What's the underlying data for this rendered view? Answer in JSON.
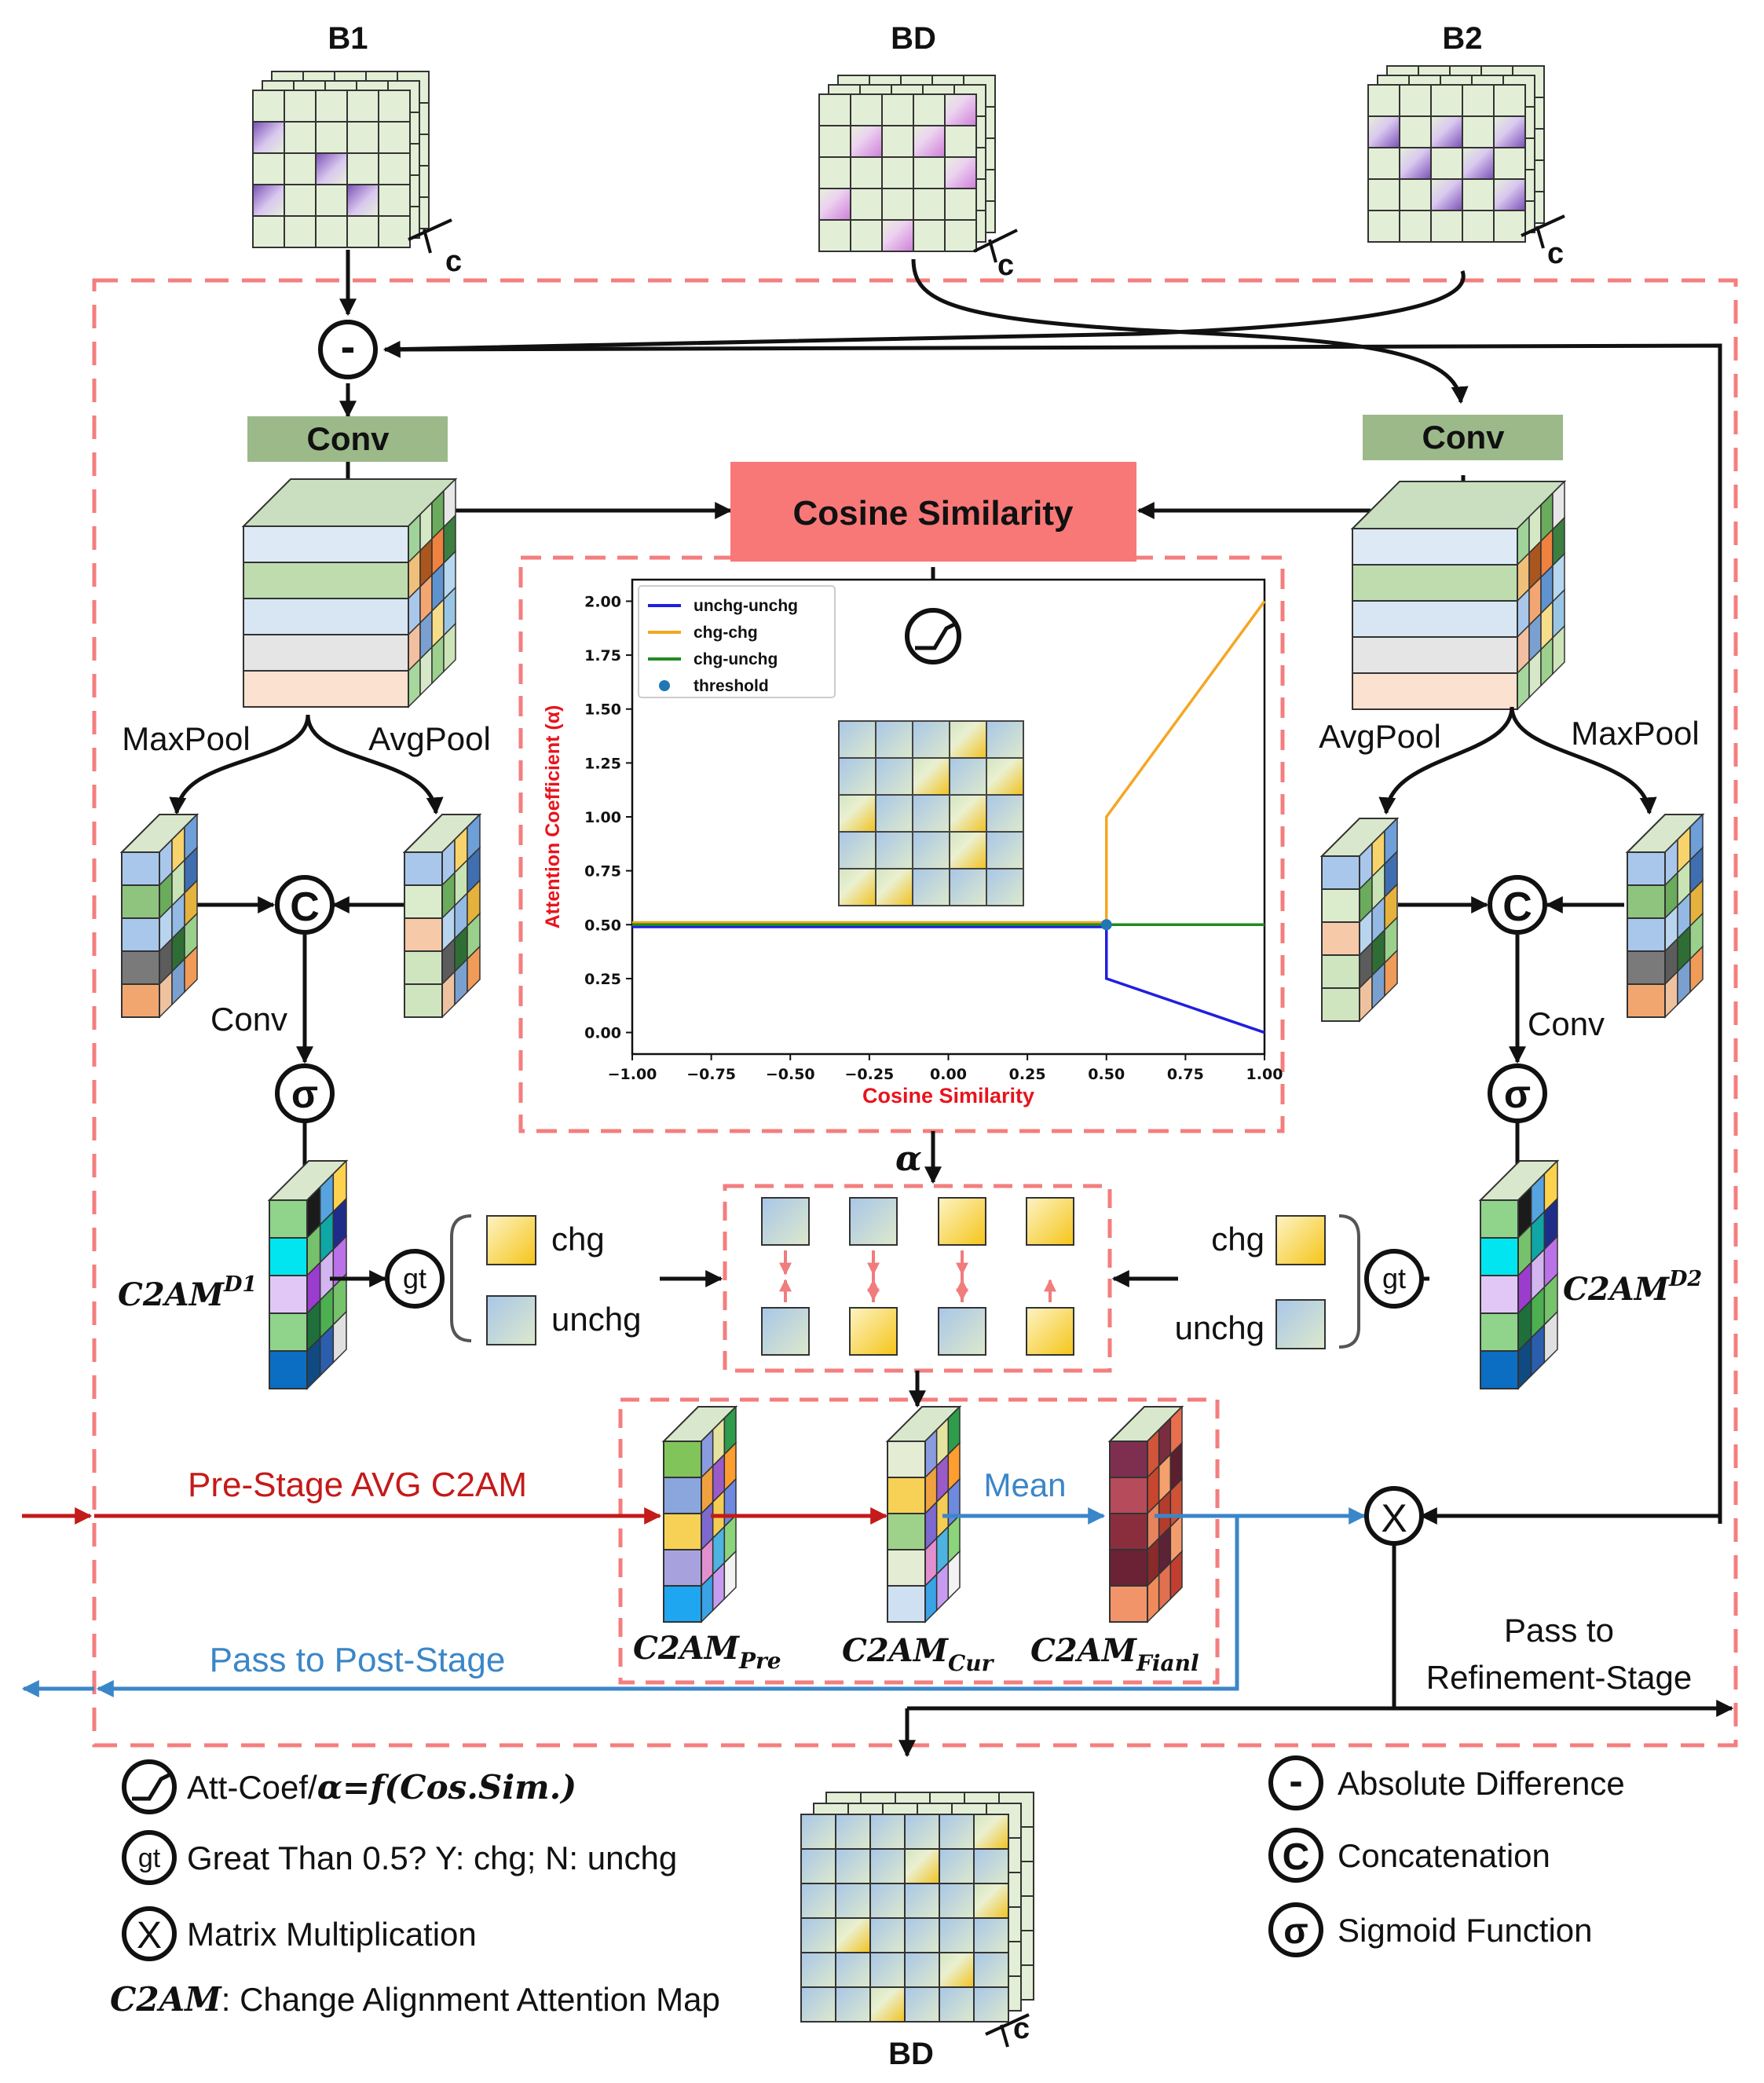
{
  "inputs": {
    "b1": "B1",
    "bd": "BD",
    "b2": "B2",
    "channel": "c"
  },
  "blocks": {
    "conv_left": "Conv",
    "conv_right": "Conv",
    "cosine_similarity": "Cosine Similarity",
    "maxpool_left": "MaxPool",
    "avgpool_left": "AvgPool",
    "avgpool_right": "AvgPool",
    "maxpool_right": "MaxPool",
    "conv_small_left": "Conv",
    "conv_small_right": "Conv",
    "alpha": "α"
  },
  "symbols": {
    "minus": "-",
    "concat": "C",
    "sigmoid": "σ",
    "gt": "gt",
    "multiply": "X"
  },
  "maps": {
    "c2am_d1_base": "C2AM",
    "c2am_d1_sup": "D1",
    "c2am_d2_base": "C2AM",
    "c2am_d2_sup": "D2",
    "c2am_pre_base": "C2AM",
    "c2am_pre_sub": "Pre",
    "c2am_cur_base": "C2AM",
    "c2am_cur_sub": "Cur",
    "c2am_final_base": "C2AM",
    "c2am_final_sub": "Fianl"
  },
  "gt_labels": {
    "chg_left": "chg",
    "unchg_left": "unchg",
    "chg_right": "chg",
    "unchg_right": "unchg"
  },
  "flow": {
    "pre_stage": "Pre-Stage AVG C2AM",
    "mean": "Mean",
    "post_stage": "Pass to Post-Stage",
    "refine_line1": "Pass to",
    "refine_line2": "Refinement-Stage",
    "output_bd": "BD"
  },
  "legend": {
    "att_coef_prefix": "Att-Coef/",
    "att_coef_formula": "α=f(Cos.Sim.)",
    "gt_desc": "Great Than 0.5? Y: chg; N: unchg",
    "mul_desc": "Matrix Multiplication",
    "c2am_key": "C2AM",
    "c2am_desc": ": Change Alignment Attention Map",
    "absdiff_desc": "Absolute Difference",
    "concat_desc": "Concatenation",
    "sigmoid_desc": "Sigmoid Function"
  },
  "chart_data": {
    "type": "line",
    "xlabel": "Cosine Similarity",
    "ylabel": "Attention Coefficient (α)",
    "xlim": [
      -1.0,
      1.0
    ],
    "ylim": [
      -0.1,
      2.1
    ],
    "xticks": [
      "−1.00",
      "−0.75",
      "−0.50",
      "−0.25",
      "0.00",
      "0.25",
      "0.50",
      "0.75",
      "1.00"
    ],
    "xtick_values": [
      -1.0,
      -0.75,
      -0.5,
      -0.25,
      0.0,
      0.25,
      0.5,
      0.75,
      1.0
    ],
    "yticks": [
      "0.00",
      "0.25",
      "0.50",
      "0.75",
      "1.00",
      "1.25",
      "1.50",
      "1.75",
      "2.00"
    ],
    "ytick_values": [
      0.0,
      0.25,
      0.5,
      0.75,
      1.0,
      1.25,
      1.5,
      1.75,
      2.0
    ],
    "legend_position": "top-left",
    "series": [
      {
        "name": "unchg-unchg",
        "color": "#1f1fe0",
        "x": [
          -1.0,
          0.5,
          0.5,
          1.0
        ],
        "y": [
          0.49,
          0.49,
          0.25,
          0.0
        ]
      },
      {
        "name": "chg-chg",
        "color": "#f5a623",
        "x": [
          -1.0,
          0.5,
          0.5,
          1.0
        ],
        "y": [
          0.51,
          0.51,
          1.0,
          2.0
        ]
      },
      {
        "name": "chg-unchg",
        "color": "#228b22",
        "x": [
          -1.0,
          0.5,
          1.0
        ],
        "y": [
          0.5,
          0.5,
          0.5
        ]
      }
    ],
    "threshold": {
      "name": "threshold",
      "color": "#1f77b4",
      "x": 0.5,
      "y": 0.5
    }
  }
}
